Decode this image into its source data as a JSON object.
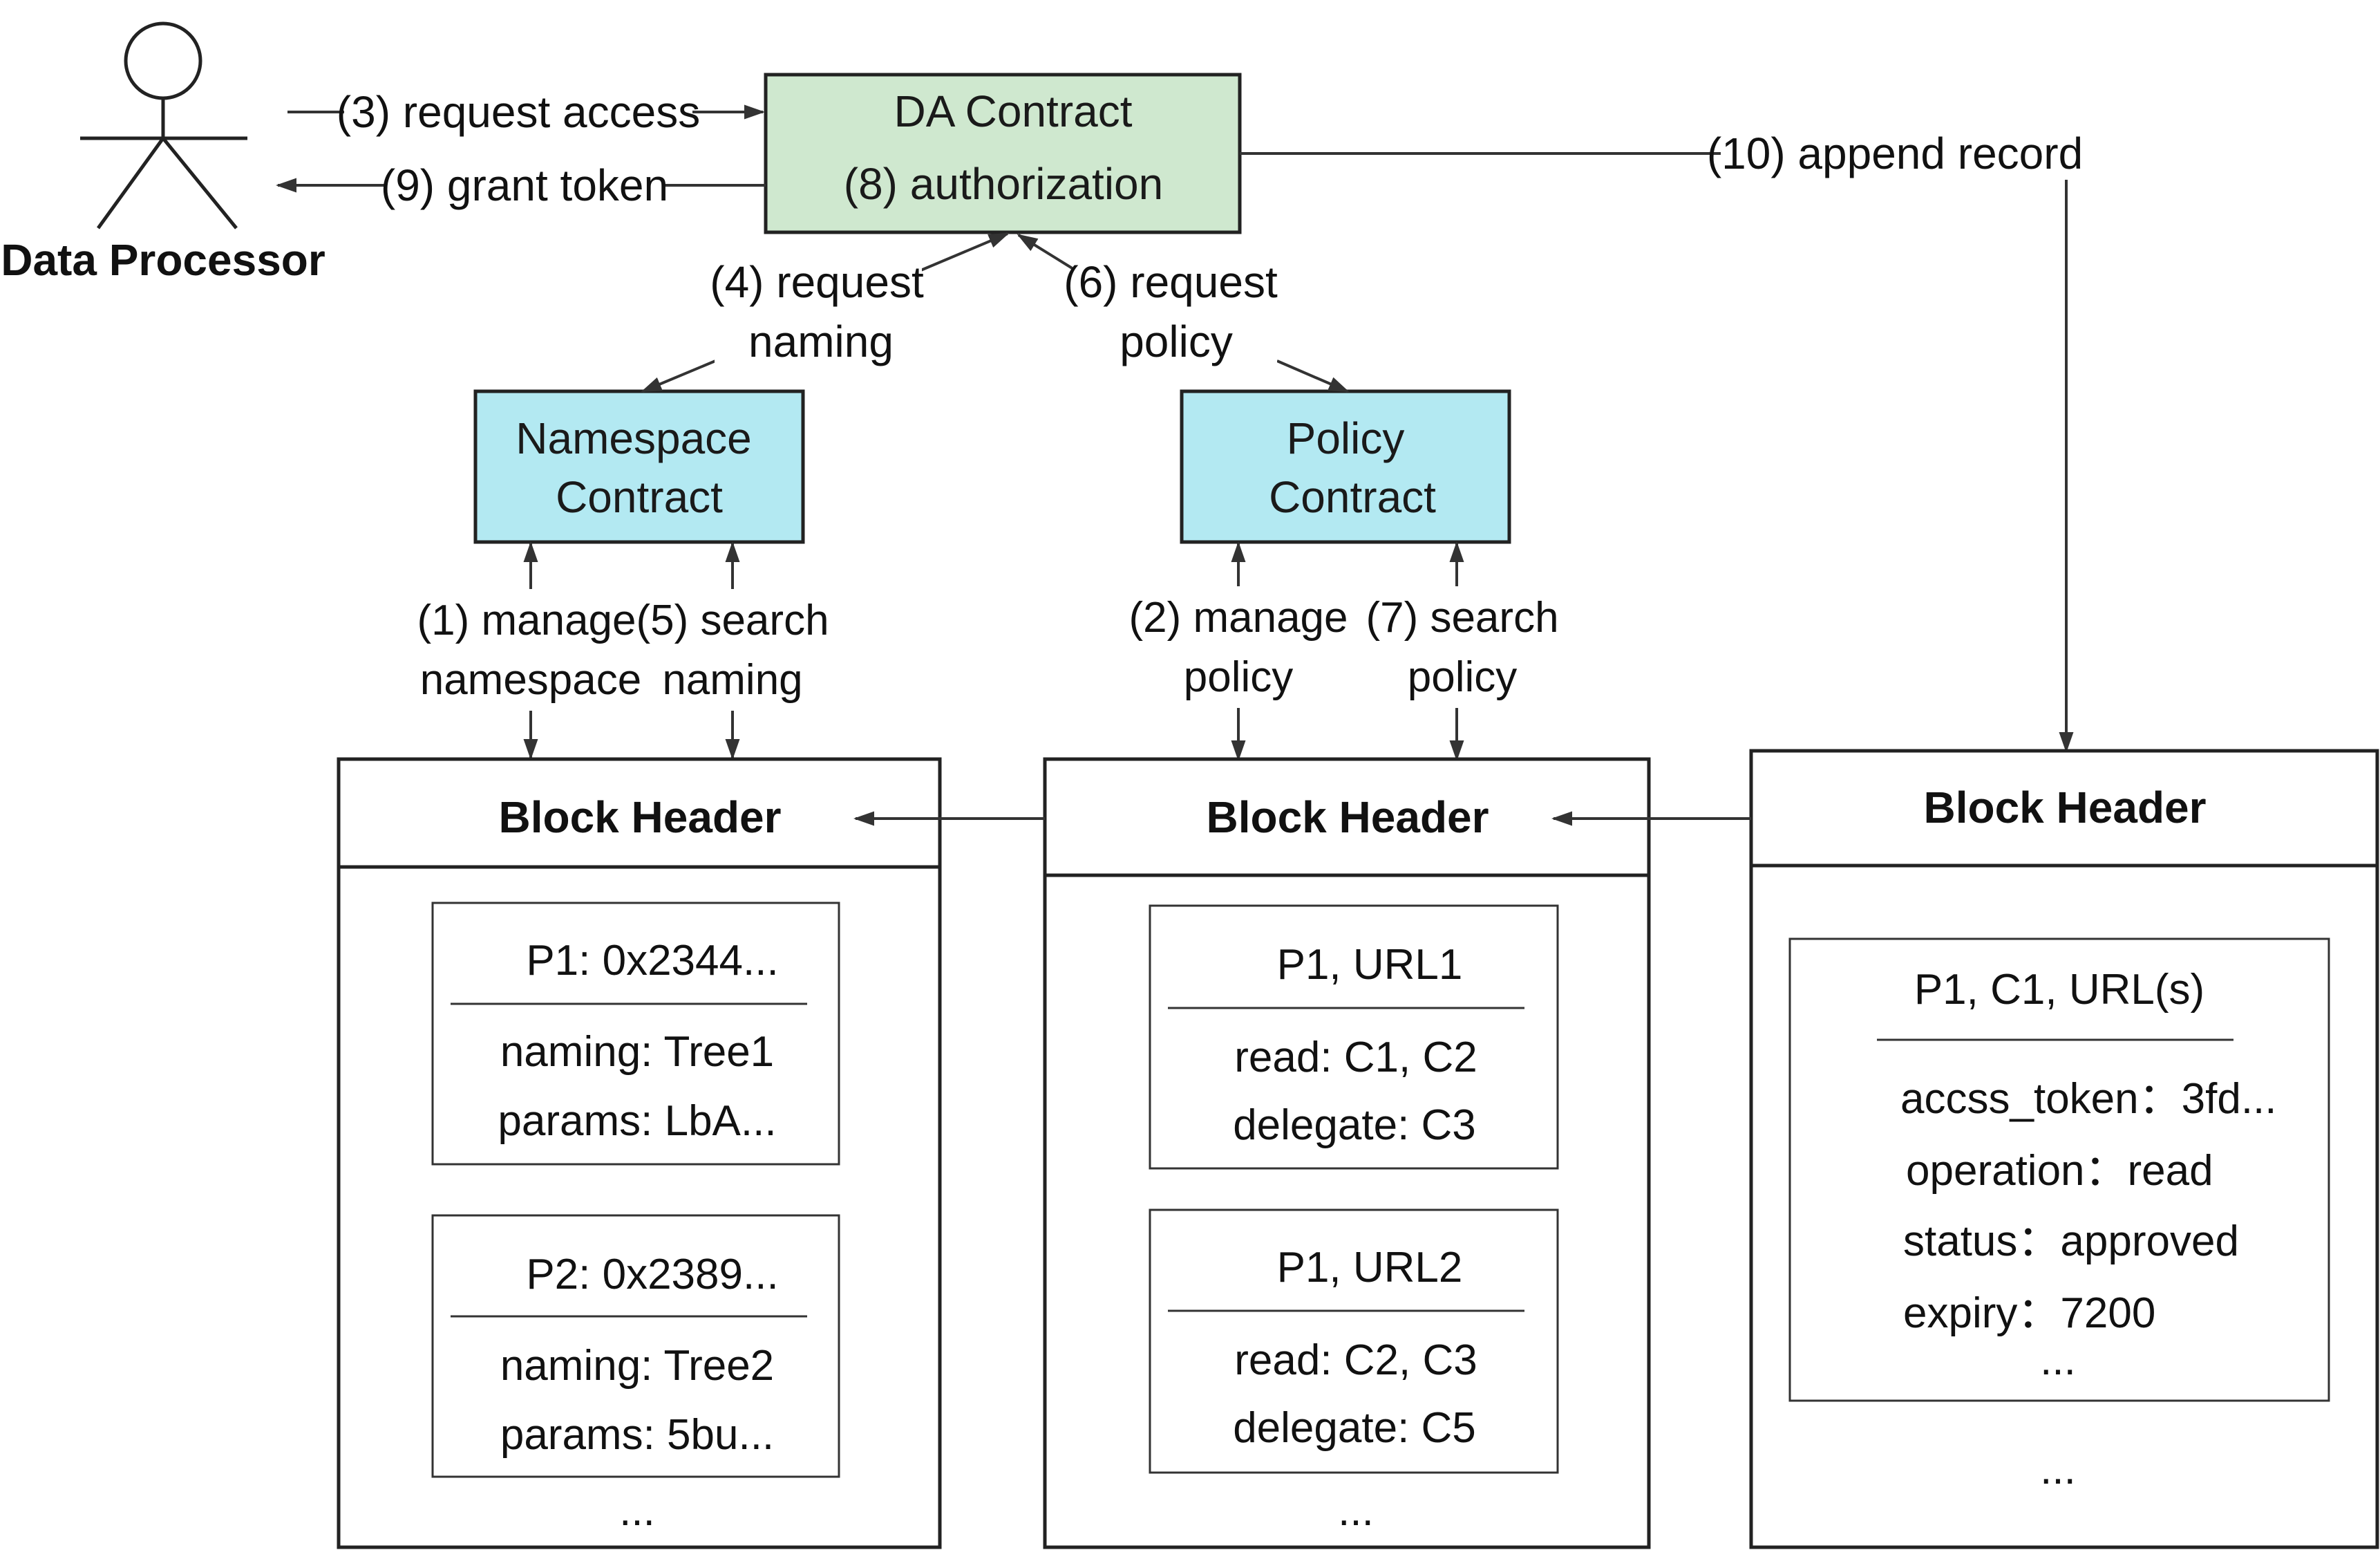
{
  "actor": {
    "name": "Data Processor"
  },
  "contracts": {
    "da": {
      "line1": "DA Contract",
      "line2": "(8) authorization",
      "fill": "#cfe8cf"
    },
    "namespace": {
      "line1": "Namespace",
      "line2": "Contract",
      "fill": "#b3e9f2"
    },
    "policy": {
      "line1": "Policy",
      "line2": "Contract",
      "fill": "#b3e9f2"
    }
  },
  "flows": {
    "step3": "(3) request access",
    "step9": "(9) grant token",
    "step10": "(10) append record",
    "step4": [
      "(4) request",
      "naming"
    ],
    "step6": [
      "(6) request",
      "policy"
    ],
    "step1": [
      "(1) manage",
      "namespace"
    ],
    "step5": [
      "(5) search",
      "naming"
    ],
    "step2": [
      "(2) manage",
      "policy"
    ],
    "step7": [
      "(7) search",
      "policy"
    ]
  },
  "blocks": [
    {
      "header": "Block Header",
      "entries": [
        {
          "title": "P1: 0x2344...",
          "lines": [
            "naming: Tree1",
            "params: LbA..."
          ]
        },
        {
          "title": "P2: 0x2389...",
          "lines": [
            "naming: Tree2",
            "params: 5bu..."
          ]
        }
      ],
      "ellipsis": "..."
    },
    {
      "header": "Block Header",
      "entries": [
        {
          "title": "P1, URL1",
          "lines": [
            "read: C1, C2",
            "delegate: C3"
          ]
        },
        {
          "title": "P1, URL2",
          "lines": [
            "read: C2, C3",
            "delegate: C5"
          ]
        }
      ],
      "ellipsis": "..."
    },
    {
      "header": "Block Header",
      "entries": [
        {
          "title": "P1,  C1,  URL(s)",
          "lines": [
            "accss_token：3fd...",
            "operation：read",
            "status：approved",
            "expiry：7200",
            "..."
          ]
        }
      ],
      "ellipsis": "..."
    }
  ]
}
